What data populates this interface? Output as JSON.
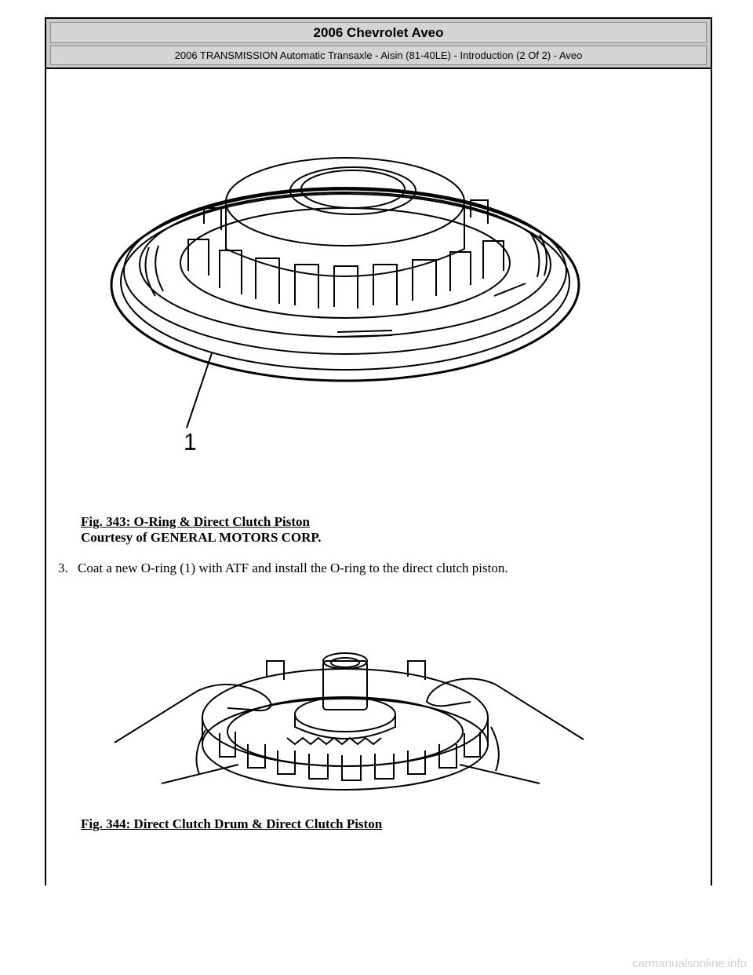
{
  "header": {
    "title": "2006 Chevrolet Aveo",
    "subtitle": "2006 TRANSMISSION Automatic Transaxle - Aisin (81-40LE) - Introduction (2 Of 2) - Aveo"
  },
  "figure1": {
    "callout": "1",
    "caption_title": "Fig. 343: O-Ring & Direct Clutch Piston",
    "caption_credit": "Courtesy of GENERAL MOTORS CORP."
  },
  "step": {
    "number": "3.",
    "text": "Coat a new O-ring (1) with ATF and install the O-ring to the direct clutch piston."
  },
  "figure2": {
    "caption_title": "Fig. 344: Direct Clutch Drum & Direct Clutch Piston"
  },
  "watermark": "carmanualsonline.info"
}
